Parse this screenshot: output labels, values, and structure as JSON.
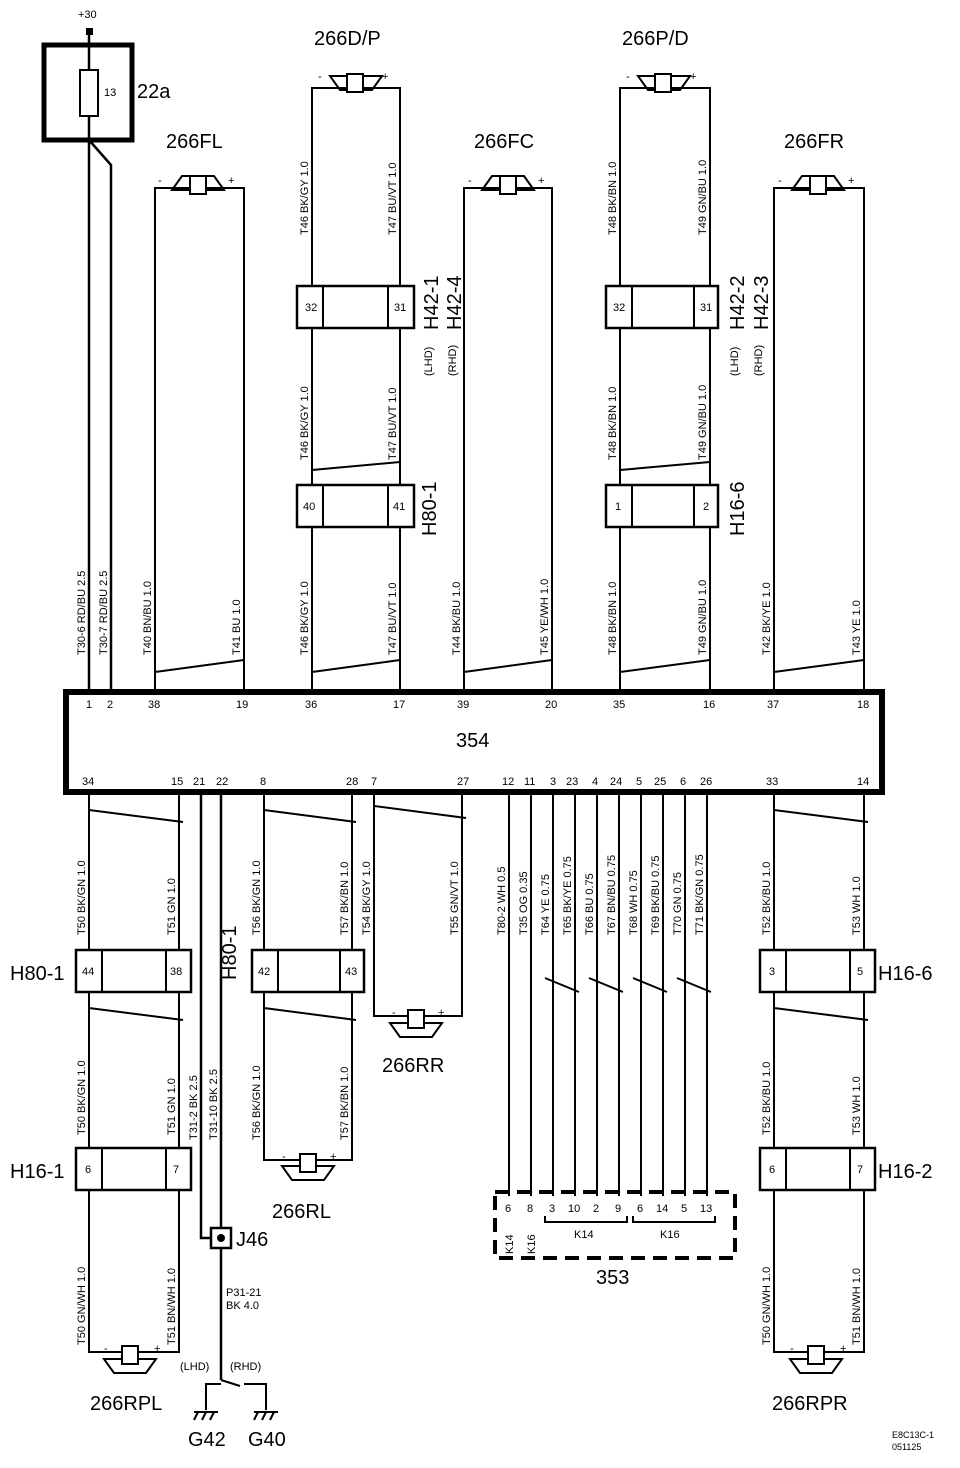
{
  "supply": {
    "label": "+30"
  },
  "fuse": {
    "number": "13",
    "label": "22a"
  },
  "module": {
    "label": "354"
  },
  "connector_353": {
    "label": "353",
    "k14": "K14",
    "k16": "K16",
    "pins": [
      "6",
      "8",
      "3",
      "10",
      "2",
      "9",
      "6",
      "14",
      "5",
      "13"
    ]
  },
  "speakers": {
    "fl": "266FL",
    "dp": "266D/P",
    "fc": "266FC",
    "pd": "266P/D",
    "fr": "266FR",
    "rr": "266RR",
    "rl": "266RL",
    "rpl": "266RPL",
    "rpr": "266RPR"
  },
  "connectors": {
    "h42_1": "H42-1",
    "h42_4": "H42-4",
    "h42_2": "H42-2",
    "h42_3": "H42-3",
    "lhd": "(LHD)",
    "rhd": "(RHD)",
    "h80_1": "H80-1",
    "h16_6": "H16-6",
    "h16_1": "H16-1",
    "h16_2": "H16-2",
    "j46": "J46",
    "g42": "G42",
    "g40": "G40"
  },
  "terminals": {
    "h42a": [
      "32",
      "31"
    ],
    "h42b": [
      "32",
      "31"
    ],
    "h80_top": [
      "40",
      "41"
    ],
    "h16_top": [
      "1",
      "2"
    ],
    "h80_left": [
      "44",
      "38"
    ],
    "h80_mid": [
      "42",
      "43"
    ],
    "h16_6b": [
      "3",
      "5"
    ],
    "h16_1": [
      "6",
      "7"
    ],
    "h16_2": [
      "6",
      "7"
    ]
  },
  "module_pins_top": [
    "1",
    "2",
    "38",
    "19",
    "36",
    "17",
    "39",
    "20",
    "35",
    "16",
    "37",
    "18"
  ],
  "module_pins_bottom": [
    "34",
    "15",
    "21",
    "22",
    "8",
    "28",
    "7",
    "27",
    "12",
    "11",
    "3",
    "23",
    "4",
    "24",
    "5",
    "25",
    "6",
    "26",
    "33",
    "14"
  ],
  "wires_top": {
    "t30_6": "T30-6  RD/BU  2.5",
    "t30_7": "T30-7  RD/BU  2.5",
    "t40": "T40  BN/BU  1.0",
    "t41": "T41  BU  1.0",
    "t46a": "T46  BK/GY  1.0",
    "t47a": "T47  BU/VT  1.0",
    "t46b": "T46  BK/GY  1.0",
    "t47b": "T47  BU/VT  1.0",
    "t46c": "T46  BK/GY  1.0",
    "t47c": "T47  BU/VT  1.0",
    "t44": "T44  BK/BU  1.0",
    "t45": "T45  YE/WH  1.0",
    "t48a": "T48  BK/BN  1.0",
    "t49a": "T49  GN/BU  1.0",
    "t48b": "T48  BK/BN  1.0",
    "t49b": "T49  GN/BU  1.0",
    "t48c": "T48  BK/BN  1.0",
    "t49c": "T49  GN/BU  1.0",
    "t42": "T42  BK/YE  1.0",
    "t43": "T43  YE  1.0"
  },
  "wires_bottom": {
    "t50a": "T50  BK/GN  1.0",
    "t51a": "T51  GN  1.0",
    "t50b": "T50  BK/GN  1.0",
    "t51b": "T51  GN  1.0",
    "t50c": "T50  GN/WH  1.0",
    "t51c": "T51  BN/WH  1.0",
    "t31_2": "T31-2  BK  2.5",
    "t31_10": "T31-10  BK  2.5",
    "t56a": "T56  BK/GN  1.0",
    "t57a": "T57  BK/BN  1.0",
    "t56b": "T56  BK/GN  1.0",
    "t57b": "T57  BK/BN  1.0",
    "t54": "T54  BK/GY  1.0",
    "t55": "T55  GN/VT  1.0",
    "t80_2": "T80-2  WH  0.5",
    "t35": "T35  OG  0.35",
    "t64": "T64  YE  0.75",
    "t65": "T65  BK/YE  0.75",
    "t66": "T66  BU  0.75",
    "t67": "T67  BN/BU  0.75",
    "t68": "T68  WH  0.75",
    "t69": "T69  BK/BU  0.75",
    "t70": "T70  GN  0.75",
    "t71": "T71  BK/GN  0.75",
    "t52a": "T52  BK/BU  1.0",
    "t53a": "T53  WH  1.0",
    "t52b": "T52  BK/BU  1.0",
    "t53b": "T53  WH  1.0",
    "t50d": "T50  GN/WH  1.0",
    "t51d": "T51  BN/WH  1.0",
    "p31": "P31-21",
    "p31b": "BK 4.0"
  },
  "footer": {
    "code": "E8C13C-1",
    "date": "051125"
  }
}
